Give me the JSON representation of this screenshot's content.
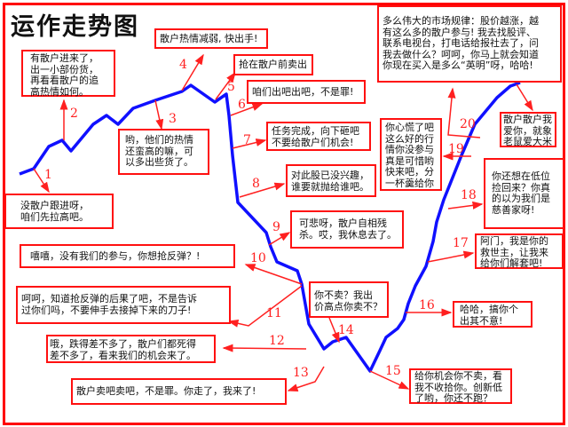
{
  "title": "运作走势图",
  "colors": {
    "line": "#1010ff",
    "border": "#ff0000",
    "arrow": "#ff2020"
  },
  "steps": [
    {
      "n": "1",
      "text": "没散户跟进呀，\n咱们先拉高吧。"
    },
    {
      "n": "2",
      "text": "有散户进来了，\n出一小部份货，\n再看看散户的追\n高热情如何。"
    },
    {
      "n": "3",
      "text": "哟，他们的热情\n还蛮高的嘛，可\n以多出些货了。"
    },
    {
      "n": "4",
      "text": "散户热情减弱, 快出手!"
    },
    {
      "n": "5",
      "text": "抢在散户前卖出"
    },
    {
      "n": "6",
      "text": "咱们出吧出吧，不是罪!"
    },
    {
      "n": "7",
      "text": "任务完成，向下砸吧\n不要给散户们机会!"
    },
    {
      "n": "8",
      "text": "对此股已没兴趣，\n谁要就抛给谁吧。"
    },
    {
      "n": "9",
      "text": "可悲呀，散户自相残\n杀。哎，我休息去了。"
    },
    {
      "n": "10",
      "text": "嘻嘻，没有我们的参与，你想抢反弹？!"
    },
    {
      "n": "11",
      "text": "呵呵，知道抢反弹的后果了吧，不是告诉\n过你们吗，不要伸手去接掉下来的刀子!"
    },
    {
      "n": "12",
      "text": "哦，跌得差不多了，散户们都死得\n差不多了，看来我们的机会来了。"
    },
    {
      "n": "13",
      "text": "散户卖吧卖吧，不是罪。你走了，我来了!"
    },
    {
      "n": "14",
      "text": "你不卖？我出\n价高点你卖不？"
    },
    {
      "n": "15",
      "text": "给你机会你不卖，看\n我不收拾你。创新低\n了哟，你还不跑？"
    },
    {
      "n": "16",
      "text": "哈哈，搞你个\n出其不意!"
    },
    {
      "n": "17",
      "text": "阿门，我是你的\n救世主，让我来\n给你们解套吧!"
    },
    {
      "n": "18",
      "text": "你还想在低位\n捡回来？你真\n的以为我们是\n慈善家呀!"
    },
    {
      "n": "19",
      "text": "你心慌了吧\n这么好的行\n情你没参与\n真是可惜哟\n快来吧，分\n一杯羹给你"
    },
    {
      "n": "20",
      "text": "多么伟大的市场规律：股价越涨，越\n有这么多的散户参与! 我去找股评、\n联系电视台，打电话给报社去了，问\n我去做什么？呵呵，你马上就会知道\n你现在买入是多么“英明”呀，哈哈!"
    }
  ],
  "end_note": "散户散户我\n爱你，就象\n老鼠爱大米"
}
